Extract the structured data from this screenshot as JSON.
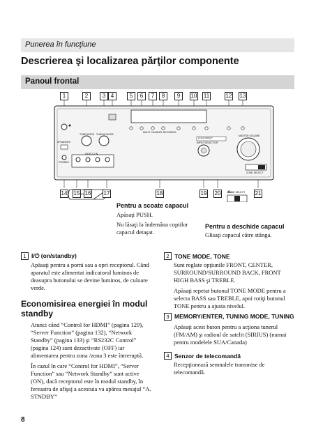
{
  "header": {
    "section": "Punerea în funcţiune"
  },
  "title": "Descrierea şi localizarea părţilor componente",
  "subsection": "Panoul frontal",
  "diagram": {
    "top_numbers": [
      "1",
      "2",
      "3",
      "4",
      "5",
      "6",
      "7",
      "8",
      "9",
      "10",
      "11",
      "12",
      "13"
    ],
    "bottom_numbers": [
      "14",
      "15",
      "16",
      "17",
      "18",
      "19",
      "20",
      "21"
    ],
    "panel_labels": {
      "input": "INPUT",
      "tone_mode": "TONE MODE",
      "tuning_mode": "TUNING MODE",
      "speakers": "SPEAKERS",
      "phones": "PHONES",
      "video_in": "VIDEO 3 IN",
      "multi_channel_decoding": "MULTI CHANNEL DECODING",
      "master_volume": "MASTER VOLUME",
      "input_selector": "INPUT SELECTOR",
      "zone_select": "ZONE SELECT",
      "a_direct": "A.DIRECT",
      "2ch": "2CH/A.DIRECT",
      "push": "PUSH"
    }
  },
  "caption_cover": {
    "title": "Pentru a scoate capacul",
    "lines": [
      "Apăsaţi PUSH.",
      "Nu lăsaţi la îndemâna copiilor capacul detaşat."
    ]
  },
  "caption_open": {
    "title": "Pentru a deschide capacul",
    "lines": [
      "Glisaţi capacul către stânga."
    ]
  },
  "items": {
    "i1": {
      "num": "1",
      "title": "I/⏻ (on/standby)",
      "text": "Apăsaţi pentru a porni sau a opri receptorul. Când aparatul este alimentat indicatorul luminos de deasupra butonului se devine luminos, de culoare verde."
    },
    "eco": {
      "heading": "Economisirea energiei în modul standby",
      "p1": "Atunci când “Control for HDMI” (pagina 129), “Server Function” (pagina 132), “Network Standby” (pagina 133) şi “RS232C Control” (pagina 124) sunt dezactivate (OFF) iar alimentarea pentru zona /zona 3 este întreruptă.",
      "p2": "În cazul în care “Control for HDMI”, “Server Function” sau “Network Standby” sunt active (ON), dacă receptorul este în modul standby, în fereastra de afişaj a acestuia va apărea mesajul “A. STNDBY”"
    },
    "i2": {
      "num": "2",
      "title": "TONE MODE, TONE",
      "p1": "Sunt reglate opţiunile FRONT, CENTER, SURROUND/SURROUND BACK, FRONT HIGH BASS şi TREBLE.",
      "p2": "Apăsaţi repetat butonul TONE MODE pentru a selecta BASS sau TREBLE, apoi rotiţi butonul TONE pentru a ajusta nivelul."
    },
    "i3": {
      "num": "3",
      "title": "MEMORY/ENTER, TUNING MODE, TUNING",
      "text": "Apăsaţi acest buton pentru a acţiona tunerul (FM/AM) şi radioul de satelit (SIRIUS) (numai pentru modelele SUA/Canada)"
    },
    "i4": {
      "num": "4",
      "title": "Senzor de telecomandă",
      "text": "Recepţionează semnalele transmise de telecomandă."
    }
  },
  "page_number": "8",
  "colors": {
    "section_bar": "#e6e6e6",
    "sub_bar": "#d4d4d4",
    "panel_body": "#f4f4f4"
  }
}
